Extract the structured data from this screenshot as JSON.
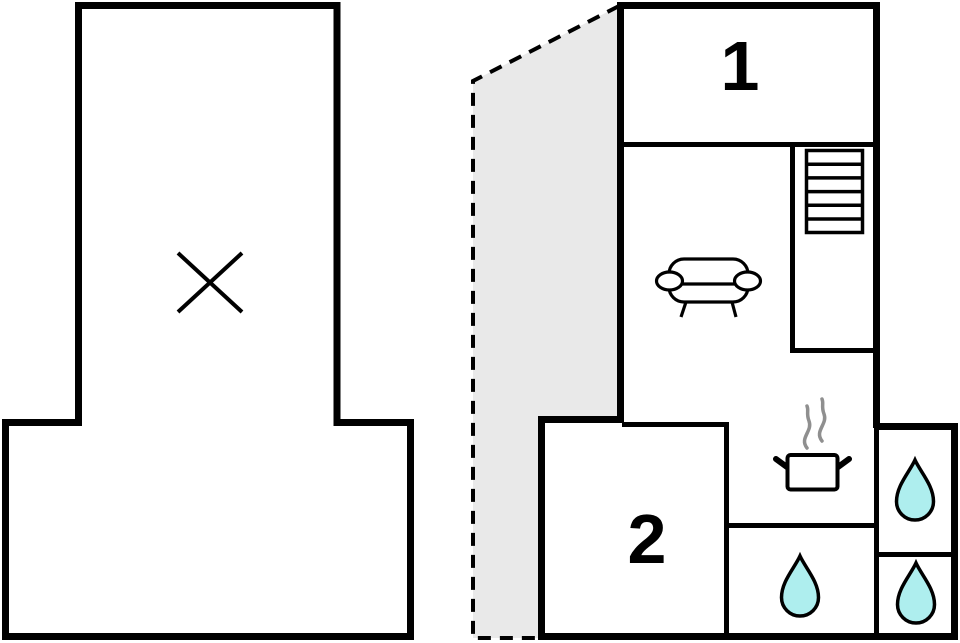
{
  "scene": {
    "type": "floor-plan",
    "background": "#ffffff"
  },
  "colors": {
    "wall": "#000000",
    "terrace_fill": "#e9e9e9",
    "water_drop_fill": "#aeeeee",
    "steam": "#8f8f8f"
  },
  "rooms": [
    {
      "id": "room-1",
      "label": "1"
    },
    {
      "id": "room-2",
      "label": "2"
    }
  ],
  "fixtures": {
    "water_drop_count": 3,
    "stair_tread_count": 6
  },
  "icons": [
    "x-mark-icon",
    "terrace-area",
    "stairs-icon",
    "sofa-icon",
    "cooking-pot-icon",
    "steam-icon",
    "water-drop-icon"
  ]
}
